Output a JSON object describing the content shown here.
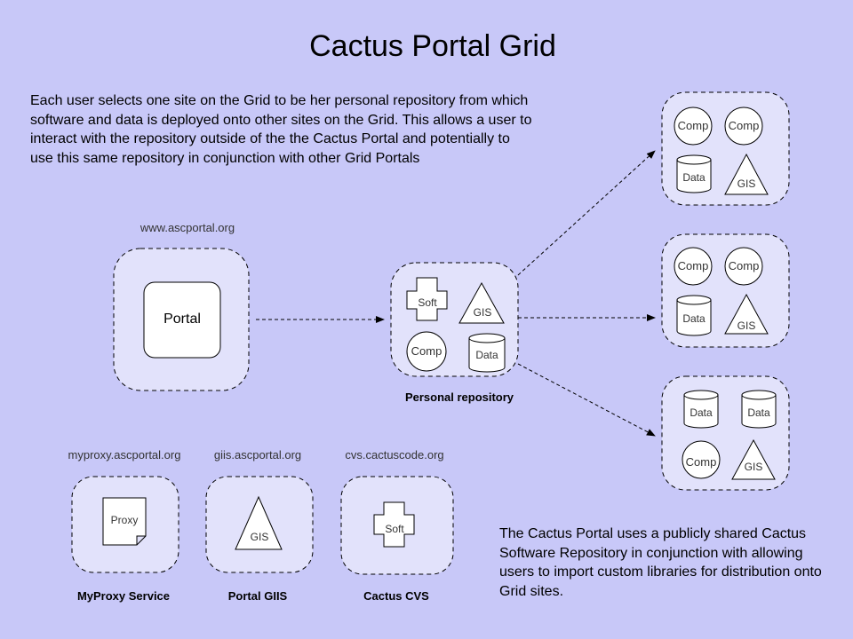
{
  "title": "Cactus Portal Grid",
  "intro_text": "Each user selects one site on the Grid to be her personal repository from which software and data is deployed onto other sites on the Grid. This allows a user to interact with the repository outside of the the Cactus Portal and potentially to use this same repository in conjunction with other Grid Portals",
  "footer_text": "The Cactus Portal uses a publicly shared Cactus Software Repository in conjunction with allowing users to import custom libraries for distribution onto Grid sites.",
  "portal": {
    "url": "www.ascportal.org",
    "label": "Portal"
  },
  "personal_repository": {
    "caption": "Personal repository",
    "soft": "Soft",
    "gis": "GIS",
    "comp": "Comp",
    "data": "Data"
  },
  "sites": [
    {
      "comp1": "Comp",
      "comp2": "Comp",
      "data": "Data",
      "gis": "GIS"
    },
    {
      "comp1": "Comp",
      "comp2": "Comp",
      "data": "Data",
      "gis": "GIS"
    },
    {
      "data1": "Data",
      "data2": "Data",
      "comp": "Comp",
      "gis": "GIS"
    }
  ],
  "services": [
    {
      "url": "myproxy.ascportal.org",
      "item": "Proxy",
      "caption": "MyProxy Service"
    },
    {
      "url": "giis.ascportal.org",
      "item": "GIS",
      "caption": "Portal GIIS"
    },
    {
      "url": "cvs.cactuscode.org",
      "item": "Soft",
      "caption": "Cactus CVS"
    }
  ]
}
